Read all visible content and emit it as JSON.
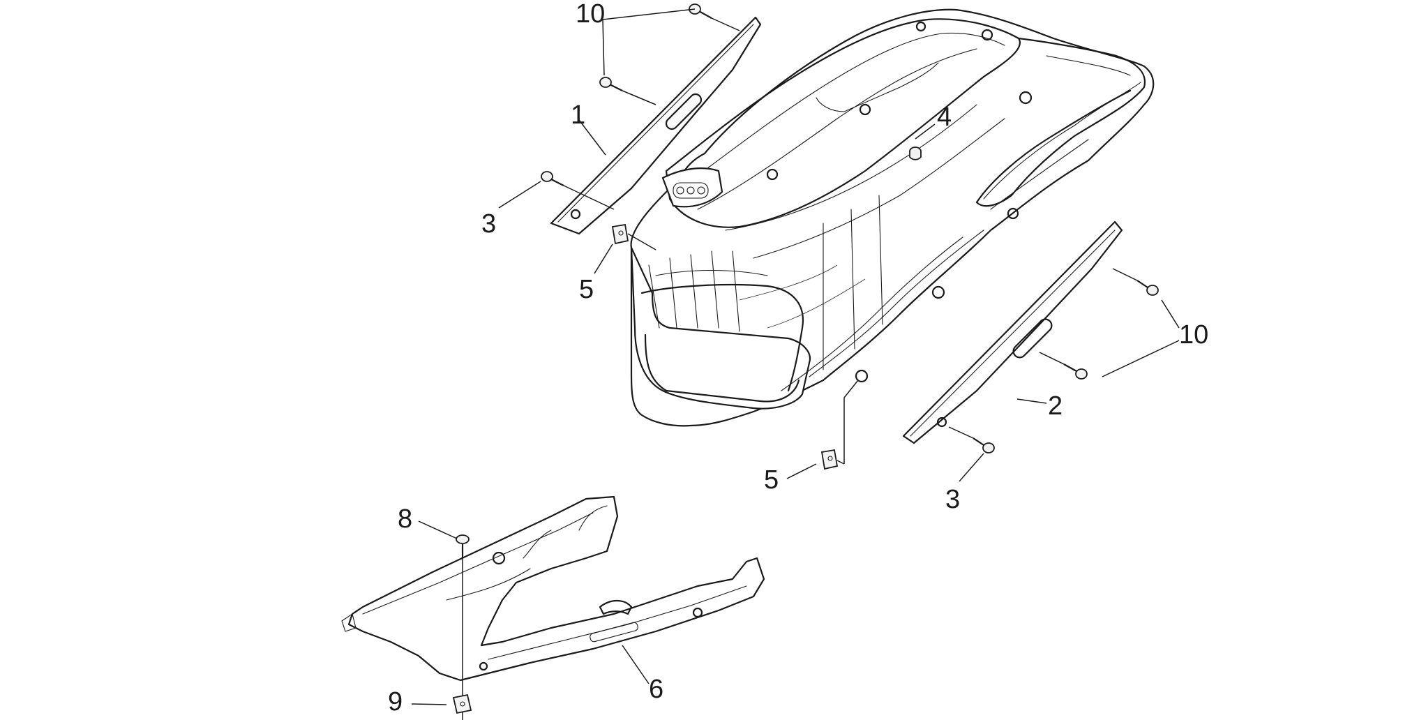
{
  "callouts": {
    "c1": "1",
    "c2": "2",
    "c3a": "3",
    "c3b": "3",
    "c4": "4",
    "c5a": "5",
    "c5b": "5",
    "c6": "6",
    "c8": "8",
    "c9": "9",
    "c10a": "10",
    "c10b": "10"
  },
  "colors": {
    "line": "#1a1a1a",
    "background": "#ffffff"
  }
}
